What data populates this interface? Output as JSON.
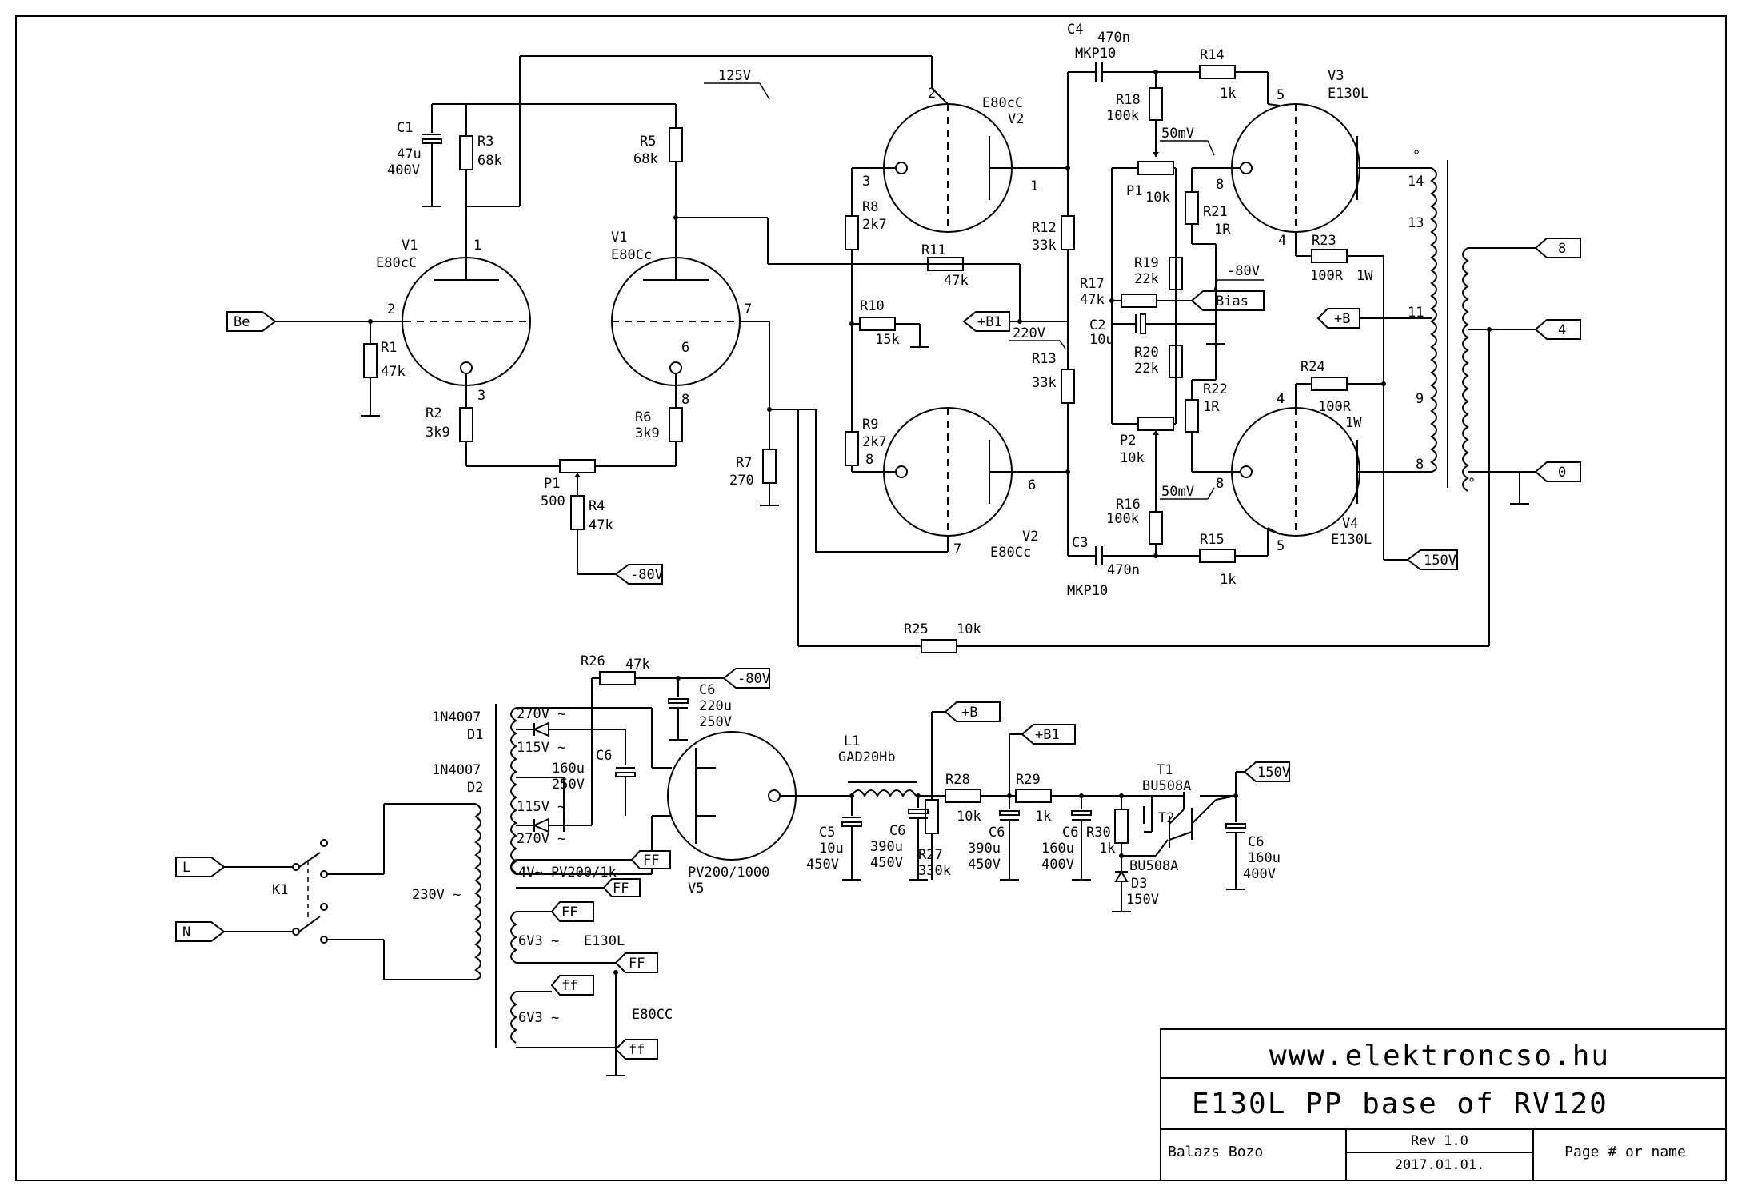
{
  "title_block": {
    "website": "www.elektroncso.hu",
    "title": "E130L PP base of RV120",
    "author": "Balazs Bozo",
    "revision": "Rev 1.0",
    "date": "2017.01.01.",
    "page": "Page # or name"
  },
  "ports": {
    "be": "Be",
    "b1_mid": "+B1",
    "b_out": "+B",
    "neg80_bottom": "-80V",
    "v150": "150V",
    "out8": "8",
    "out4": "4",
    "out0": "0",
    "neg80_psu": "-80V",
    "b_psu": "+B",
    "b1_psu": "+B1",
    "v150_psu": "150V",
    "l": "L",
    "n": "N",
    "ff1": "FF",
    "ff2": "FF",
    "ff3": "FF",
    "ff4": "FF",
    "ff5": "ff",
    "ff6": "ff",
    "bias": "Bias"
  },
  "tubes": {
    "v1a": {
      "name": "V1",
      "type": "E80cC",
      "pins": [
        "1",
        "2",
        "3"
      ]
    },
    "v1b": {
      "name": "V1",
      "type": "E80Cc",
      "pins": [
        "6",
        "7",
        "8"
      ]
    },
    "v2a": {
      "name": "V2",
      "type": "E80cC",
      "pins": [
        "1",
        "2",
        "3"
      ]
    },
    "v2b": {
      "name": "V2",
      "type": "E80Cc",
      "pins": [
        "6",
        "7",
        "8"
      ]
    },
    "v3": {
      "name": "V3",
      "type": "E130L",
      "pins": [
        "4",
        "5",
        "8"
      ]
    },
    "v4": {
      "name": "V4",
      "type": "E130L",
      "pins": [
        "4",
        "5",
        "8"
      ]
    },
    "v5": {
      "name": "V5",
      "type": "PV200/1000"
    }
  },
  "components": {
    "c1": {
      "ref": "C1",
      "val1": "47u",
      "val2": "400V"
    },
    "r1": {
      "ref": "R1",
      "val": "47k"
    },
    "r2": {
      "ref": "R2",
      "val": "3k9"
    },
    "r3": {
      "ref": "R3",
      "val": "68k"
    },
    "r4": {
      "ref": "R4",
      "val": "47k"
    },
    "r5": {
      "ref": "R5",
      "val": "68k"
    },
    "r6": {
      "ref": "R6",
      "val": "3k9"
    },
    "r7": {
      "ref": "R7",
      "val": "270"
    },
    "p1a": {
      "ref": "P1",
      "val": "500"
    },
    "r8": {
      "ref": "R8",
      "val": "2k7"
    },
    "r9": {
      "ref": "R9",
      "val": "2k7"
    },
    "r10": {
      "ref": "R10",
      "val": "15k"
    },
    "r11": {
      "ref": "R11",
      "val": "47k"
    },
    "r12": {
      "ref": "R12",
      "val": "33k"
    },
    "r13": {
      "ref": "R13",
      "val": "33k"
    },
    "c4": {
      "ref": "C4",
      "val": "470n",
      "type": "MKP10"
    },
    "c3": {
      "ref": "C3",
      "val": "470n",
      "type": "MKP10"
    },
    "r18": {
      "ref": "R18",
      "val": "100k"
    },
    "r16": {
      "ref": "R16",
      "val": "100k"
    },
    "p1b": {
      "ref": "P1",
      "val": "10k"
    },
    "p2": {
      "ref": "P2",
      "val": "10k"
    },
    "r19": {
      "ref": "R19",
      "val": "22k"
    },
    "r20": {
      "ref": "R20",
      "val": "22k"
    },
    "r17": {
      "ref": "R17",
      "val": "47k"
    },
    "c2": {
      "ref": "C2",
      "val": "10u"
    },
    "r14": {
      "ref": "R14",
      "val": "1k"
    },
    "r15": {
      "ref": "R15",
      "val": "1k"
    },
    "r21": {
      "ref": "R21",
      "val": "1R"
    },
    "r22": {
      "ref": "R22",
      "val": "1R"
    },
    "r23": {
      "ref": "R23",
      "val": "100R",
      "rating": "1W"
    },
    "r24": {
      "ref": "R24",
      "val": "100R",
      "rating": "1W"
    },
    "r25": {
      "ref": "R25",
      "val": "10k"
    },
    "r26": {
      "ref": "R26",
      "val": "47k"
    },
    "c6a": {
      "ref": "C6",
      "val1": "220u",
      "val2": "250V"
    },
    "c6b": {
      "ref": "C6",
      "val1": "160u",
      "val2": "250V"
    },
    "d1": {
      "ref": "D1",
      "type": "1N4007"
    },
    "d2": {
      "ref": "D2",
      "type": "1N4007"
    },
    "l1": {
      "ref": "L1",
      "type": "GAD20Hb"
    },
    "c5": {
      "ref": "C5",
      "val1": "10u",
      "val2": "450V"
    },
    "c6c": {
      "ref": "C6",
      "val1": "390u",
      "val2": "450V"
    },
    "r27": {
      "ref": "R27",
      "val": "330k"
    },
    "r28": {
      "ref": "R28",
      "val": "10k"
    },
    "c6d": {
      "ref": "C6",
      "val1": "390u",
      "val2": "450V"
    },
    "r29": {
      "ref": "R29",
      "val": "1k"
    },
    "c6e": {
      "ref": "C6",
      "val1": "160u",
      "val2": "400V"
    },
    "r30": {
      "ref": "R30",
      "val": "1k"
    },
    "d3": {
      "ref": "D3",
      "val": "150V"
    },
    "t1": {
      "ref": "T1",
      "type": "BU508A"
    },
    "t2": {
      "ref": "T2",
      "type": "BU508A"
    },
    "c6f": {
      "ref": "C6",
      "val1": "160u",
      "val2": "400V"
    },
    "k1": {
      "ref": "K1"
    }
  },
  "annotations": {
    "v125": "125V",
    "v220": "220V",
    "mv50a": "50mV",
    "mv50b": "50mV",
    "neg80bias": "-80V",
    "t230": "230V ~",
    "s270a": "270V ~",
    "s115a": "115V ~",
    "s115b": "115V ~",
    "s270b": "270V ~",
    "s4v": "4V~ PV200/1k",
    "s6v3a": "6V3 ~",
    "s6v3b": "6V3 ~",
    "e130l": "E130L",
    "e80cc": "E80CC",
    "opt_taps": [
      "14",
      "13",
      "11",
      "9",
      "8"
    ]
  }
}
